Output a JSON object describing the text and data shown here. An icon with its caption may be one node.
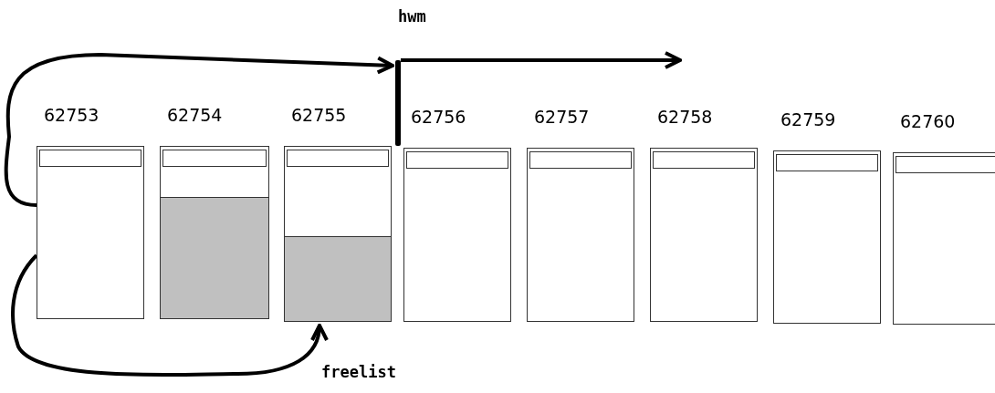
{
  "diagram": {
    "nodes": [
      {
        "text": [
          "62753"
        ]
      },
      {
        "text": [
          "62754"
        ]
      },
      {
        "text": [
          "62755"
        ]
      },
      {
        "text": [
          "62756"
        ]
      },
      {
        "text": [
          "62757"
        ]
      },
      {
        "text": [
          "62758"
        ]
      },
      {
        "text": [
          "62759"
        ]
      },
      {
        "text": [
          "62760"
        ]
      },
      {
        "text": [],
        "shape": "bar"
      }
    ],
    "edges": [
      {
        "from": 0,
        "to": 8,
        "arrow": "to"
      },
      {
        "from": 0,
        "to": 2,
        "arrow": "to",
        "label": "freelist"
      }
    ],
    "labels": [
      "hwm"
    ]
  }
}
